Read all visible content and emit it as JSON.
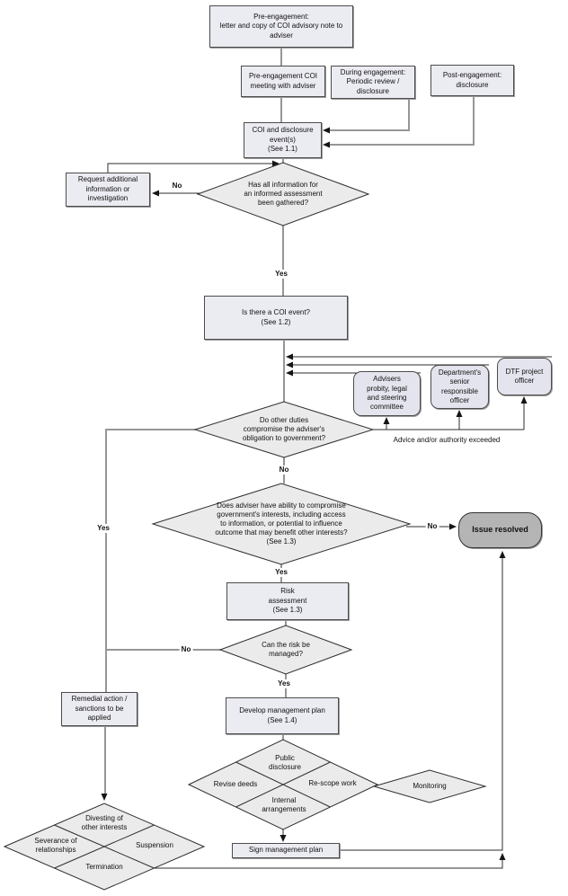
{
  "diagram": {
    "nodes": {
      "pre_engagement_letter": "Pre-engagement:\nletter and copy of COI advisory note to\nadviser",
      "pre_engagement_meeting": "Pre-engagement COI\nmeeting with adviser",
      "during_engagement": "During engagement:\nPeriodic review /\ndisclosure",
      "post_engagement": "Post-engagement:\ndisclosure",
      "coi_disclosure_event": "COI and disclosure\nevent(s)\n(See 1.1)",
      "request_additional_info": "Request additional\ninformation or\ninvestigation",
      "is_there_coi_event": "Is there a COI event?\n(See 1.2)",
      "advisers_committee": "Advisers\nprobity, legal\nand steering\ncommittee",
      "dept_senior_officer": "Department's\nsenior\nresponsible\nofficer",
      "dtf_project_officer": "DTF project\nofficer",
      "issue_resolved": "Issue resolved",
      "risk_assessment": "Risk\nassessment\n(See 1.3)",
      "remedial_action": "Remedial action /\nsanctions to be\napplied",
      "develop_management_plan": "Develop management plan\n(See 1.4)",
      "sign_management_plan": "Sign management plan"
    },
    "decisions": {
      "has_all_information": "Has all information for\nan informed assessment\nbeen gathered?",
      "do_other_duties": "Do other duties\ncompromise the adviser's\nobligation to government?",
      "adviser_ability": "Does adviser have ability to compromise\ngovernment's interests, including access\nto information, or potential to influence\noutcome that may benefit other interests?\n(See 1.3)",
      "can_risk_be_managed": "Can the risk be\nmanaged?"
    },
    "options": {
      "public_disclosure": "Public\ndisclosure",
      "revise_deeds": "Revise deeds",
      "rescope_work": "Re-scope work",
      "internal_arrangements": "Internal\narrangements",
      "monitoring": "Monitoring"
    },
    "sanctions": {
      "divesting": "Divesting of\nother interests",
      "severance": "Severance of\nrelationships",
      "suspension": "Suspension",
      "termination": "Termination"
    },
    "edge_labels": {
      "no_gathered": "No",
      "yes_gathered": "Yes",
      "no_duties": "No",
      "yes_duties": "Yes",
      "advice_exceeded": "Advice and/or authority exceeded",
      "no_ability": "No",
      "yes_ability": "Yes",
      "no_managed": "No",
      "yes_managed": "Yes"
    },
    "colors": {
      "box_fill": "#ebebf2",
      "rounded_fill": "#e4e4ee",
      "diamond_fill": "#ebebeb",
      "terminal_fill": "#b4b4b4",
      "line_gray": "#969696",
      "line_dark": "#2e2e2e"
    }
  }
}
